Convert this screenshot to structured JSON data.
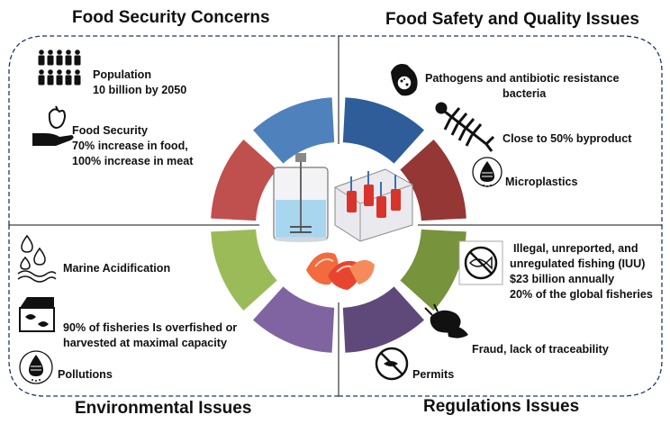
{
  "titles": {
    "top_left": "Food Security Concerns",
    "top_right": "Food Safety and Quality Issues",
    "bottom_left": "Environmental Issues",
    "bottom_right": "Regulations Issues"
  },
  "food_security": {
    "population_label": "Population",
    "population_value": "10 billion by 2050",
    "food_security_label": "Food Security",
    "food_increase": "70% increase in food,",
    "meat_increase": "100% increase in meat"
  },
  "food_safety": {
    "pathogens_line1": "Pathogens and antibiotic resistance",
    "pathogens_line2": "bacteria",
    "byproduct": "Close to 50% byproduct",
    "microplastics": "Microplastics"
  },
  "environmental": {
    "acidification": "Marine Acidification",
    "overfished_line1": "90% of fisheries Is overfished or",
    "overfished_line2": "harvested at maximal capacity",
    "pollutions": "Pollutions"
  },
  "regulations": {
    "iuu_line1": "Illegal, unreported, and",
    "iuu_line2": "unregulated fishing (IUU)",
    "iuu_line3": "$23 billion annually",
    "iuu_line4": "20% of the global fisheries",
    "fraud": "Fraud, lack of traceability",
    "permits": "Permits"
  },
  "colors": {
    "ring_blue_light": "#4f81bd",
    "ring_blue_dark": "#2e5d9a",
    "ring_red_light": "#c0504d",
    "ring_red_dark": "#953735",
    "ring_green_light": "#9bbb59",
    "ring_green_dark": "#77933c",
    "ring_purple_light": "#8064a2",
    "ring_purple_dark": "#5f497a",
    "dashed_border": "#1f3864"
  },
  "icons": [
    "people-group-icon",
    "hand-pepper-icon",
    "hand-bacteria-icon",
    "fish-bone-icon",
    "microplastic-drop-icon",
    "acid-drops-icon",
    "fishing-box-icon",
    "pollution-drop-icon",
    "no-fishing-icon",
    "seafood-icon",
    "no-permit-icon",
    "bioreactor-image",
    "bioreactor-array-image",
    "cultured-seafood-image"
  ]
}
